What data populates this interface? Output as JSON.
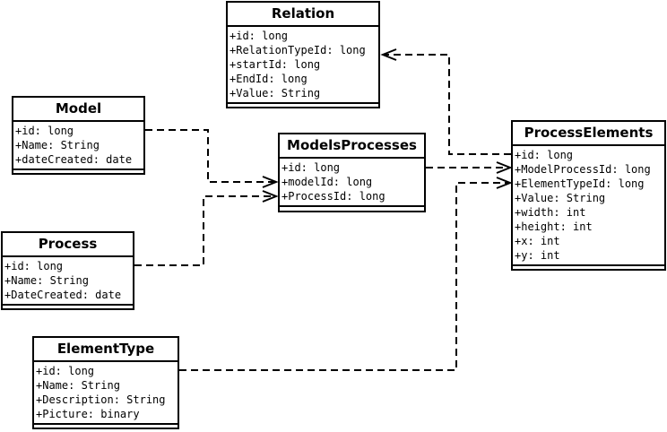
{
  "classes": {
    "relation": {
      "title": "Relation",
      "attributes": [
        "+id: long",
        "+RelationTypeId: long",
        "+startId: long",
        "+EndId: long",
        "+Value: String"
      ]
    },
    "model": {
      "title": "Model",
      "attributes": [
        "+id: long",
        "+Name: String",
        "+dateCreated: date"
      ]
    },
    "models_processes": {
      "title": "ModelsProcesses",
      "attributes": [
        "+id: long",
        "+modelId: long",
        "+ProcessId: long"
      ]
    },
    "process": {
      "title": "Process",
      "attributes": [
        "+id: long",
        "+Name: String",
        "+DateCreated: date"
      ]
    },
    "element_type": {
      "title": "ElementType",
      "attributes": [
        "+id: long",
        "+Name: String",
        "+Description: String",
        "+Picture: binary"
      ]
    },
    "process_elements": {
      "title": "ProcessElements",
      "attributes": [
        "+id: long",
        "+ModelProcessId: long",
        "+ElementTypeId: long",
        "+Value: String",
        "+width: int",
        "+height: int",
        "+x: int",
        "+y: int"
      ]
    }
  },
  "dependencies": [
    {
      "from": "model",
      "to": "models_processes",
      "style": "dashed-open-arrow"
    },
    {
      "from": "process",
      "to": "models_processes",
      "style": "dashed-open-arrow"
    },
    {
      "from": "process_elements",
      "to": "relation",
      "style": "dashed-open-arrow"
    },
    {
      "from": "models_processes",
      "to": "process_elements",
      "style": "dashed-open-arrow"
    },
    {
      "from": "element_type",
      "to": "process_elements",
      "style": "dashed-open-arrow"
    }
  ],
  "colors": {
    "stroke": "#000000",
    "fill": "#ffffff"
  }
}
